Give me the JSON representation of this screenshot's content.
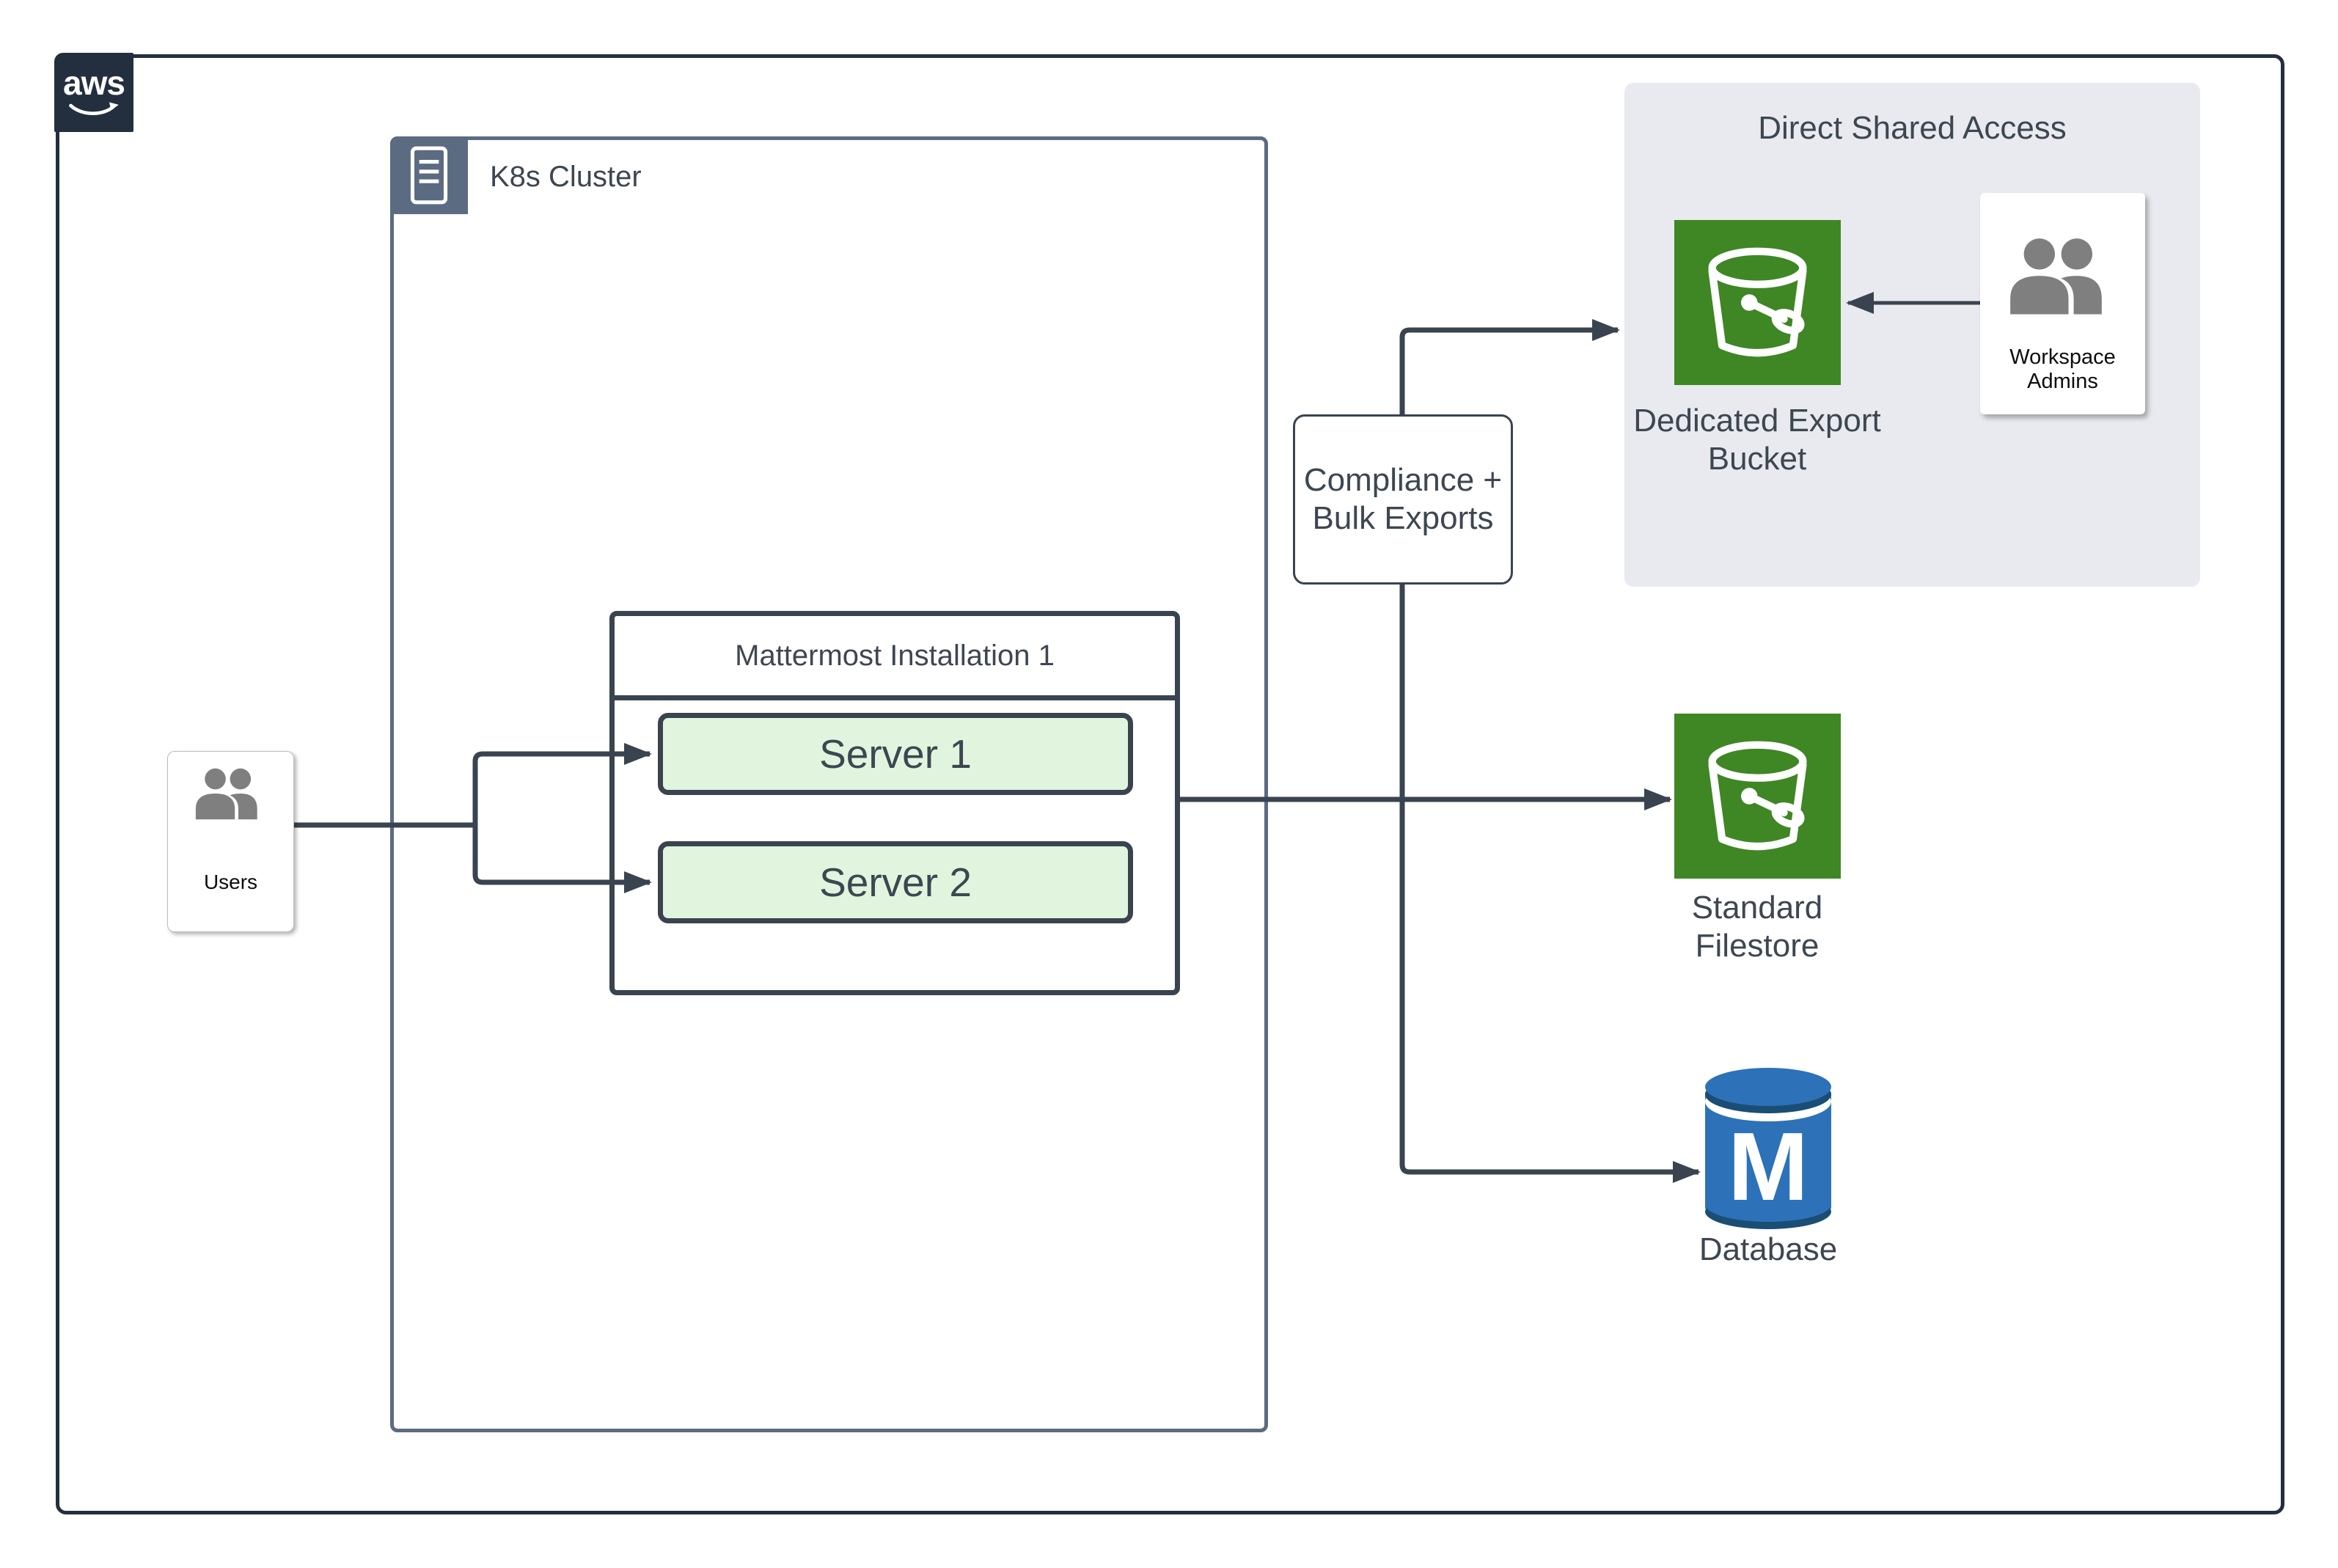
{
  "diagram": {
    "aws_badge": {
      "label": "aws"
    },
    "k8s_cluster": {
      "label": "K8s Cluster"
    },
    "users": {
      "label": "Users"
    },
    "mattermost": {
      "title": "Mattermost Installation 1",
      "servers": [
        {
          "label": "Server 1"
        },
        {
          "label": "Server 2"
        }
      ]
    },
    "compliance": {
      "line1": "Compliance +",
      "line2": "Bulk Exports"
    },
    "direct_shared_access": {
      "title": "Direct Shared Access",
      "bucket_label_line1": "Dedicated Export",
      "bucket_label_line2": "Bucket",
      "admins_label": "Workspace Admins"
    },
    "standard_filestore": {
      "line1": "Standard",
      "line2": "Filestore"
    },
    "database": {
      "label": "Database",
      "icon_letter": "M"
    },
    "colors": {
      "outline_navy": "#232F3E",
      "connector_dark": "#3A4450",
      "k8s_border_steel": "#5B6B82",
      "server_fill_green": "#E1F5DE",
      "s3_green": "#3F8624",
      "db_blue": "#2D72B8",
      "db_dark_blue": "#1A4E74",
      "panel_gray": "#E9EAEF",
      "people_gray": "#7F7F7F",
      "text_dark": "#3C4751"
    }
  }
}
